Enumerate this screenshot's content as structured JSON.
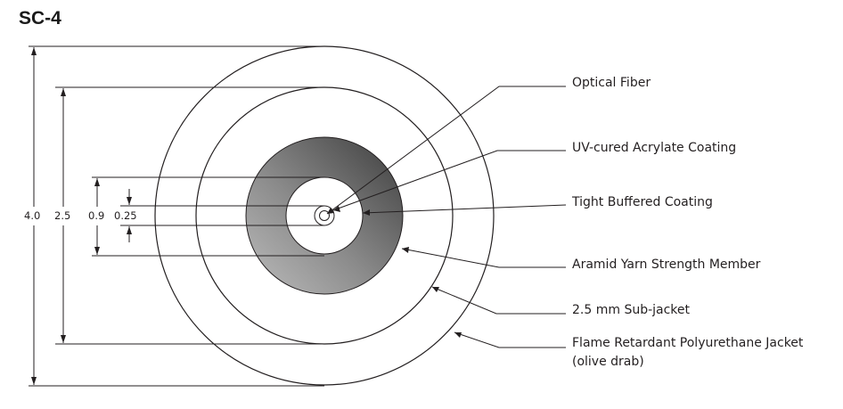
{
  "title": "SC-4",
  "dimensions": {
    "d40": "4.0",
    "d25": "2.5",
    "d09": "0.9",
    "d025": "0.25"
  },
  "labels": {
    "optical_fiber": "Optical Fiber",
    "uv_coating": "UV-cured Acrylate Coating",
    "tight_buffer": "Tight Buffered Coating",
    "aramid": "Aramid Yarn Strength Member",
    "subjacket": "2.5 mm Sub-jacket",
    "jacket_line1": "Flame Retardant Polyurethane Jacket",
    "jacket_line2": "(olive drab)"
  },
  "colors": {
    "ink": "#231f20",
    "aramid_dark": "#4d4d4d",
    "aramid_light": "#d9d9d9"
  }
}
